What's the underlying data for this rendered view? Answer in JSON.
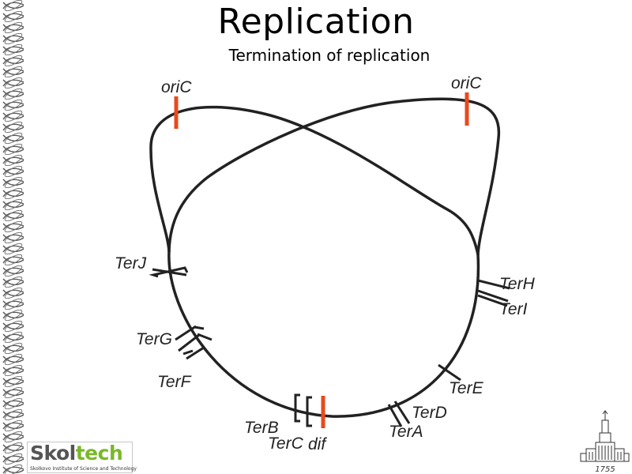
{
  "slide": {
    "title": "Replication",
    "subtitle": "Termination of replication"
  },
  "diagram": {
    "origin_labels": [
      "oriC",
      "oriC"
    ],
    "ter_sites": {
      "terJ": "TerJ",
      "terG": "TerG",
      "terF": "TerF",
      "terB": "TerB",
      "terC": "TerC",
      "terA": "TerA",
      "terD": "TerD",
      "terE": "TerE",
      "terI": "TerI",
      "terH": "TerH"
    },
    "dif_label": "dif",
    "colors": {
      "chromosome": "#222222",
      "origin_marker": "#e84a1c",
      "label": "#222222"
    }
  },
  "logo": {
    "word_part1": "Skol",
    "word_part2": "tech",
    "subtitle": "Skolkovo Institute of Science and Technology",
    "brand_gray": "#555555",
    "brand_green": "#7ab828"
  },
  "footer": {
    "year": "1755"
  }
}
